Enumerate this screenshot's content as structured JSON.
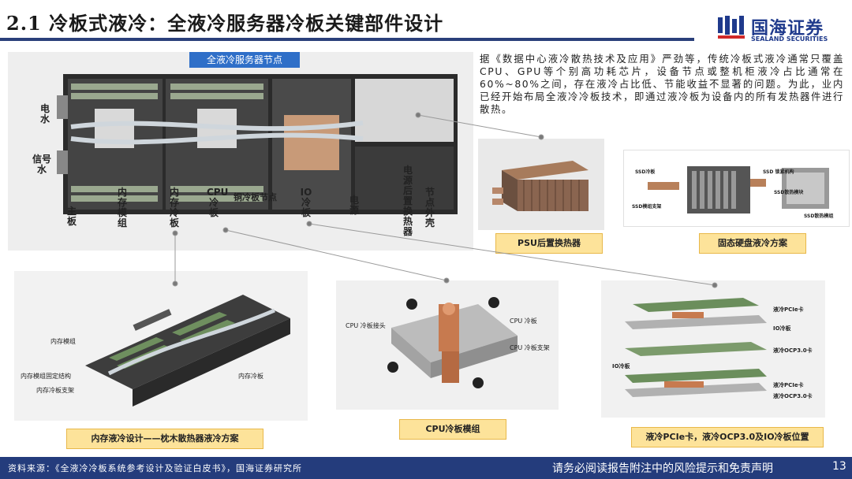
{
  "header": {
    "title": "2.1 冷板式液冷：全液冷服务器冷板关键部件设计",
    "logo_cn": "国海证券",
    "logo_en": "SEALAND SECURITIES"
  },
  "main_image": {
    "label": "全液冷服务器节点",
    "left_labels": [
      {
        "text": "电\n水"
      },
      {
        "text": "信号\n水"
      }
    ],
    "callouts": [
      {
        "text": "主\n板"
      },
      {
        "text": "内\n存\n模\n组"
      },
      {
        "text": "内\n存\n冷\n板"
      },
      {
        "text": "CPU\n冷\n板"
      },
      {
        "text": "铜冷板节点"
      },
      {
        "text": "IO\n冷\n板"
      },
      {
        "text": "电\n源"
      },
      {
        "text": "电\n源\n后\n置\n换\n热\n器"
      },
      {
        "text": "节\n点\n外\n壳"
      }
    ]
  },
  "description": "据《数据中心液冷散热技术及应用》严劲等，传统冷板式液冷通常只覆盖CPU、GPU等个别高功耗芯片，设备节点或整机柜液冷占比通常在60%~80%之间，存在液冷占比低、节能收益不显著的问题。为此，业内已经开始布局全液冷冷板技术，即通过液冷板为设备内的所有发热器件进行散热。",
  "psu": {
    "caption": "PSU后置换热器"
  },
  "ssd": {
    "caption": "固态硬盘液冷方案",
    "labels": [
      "SSD冷板",
      "SSD 锁紧机构",
      "SSD散热模块",
      "SSD模组支架",
      "SSD散热模组"
    ]
  },
  "memory": {
    "caption": "内存液冷设计——枕木散热器液冷方案",
    "labels": [
      "内存模组",
      "内存模组固定结构",
      "内存冷板支架",
      "内存冷板"
    ]
  },
  "cpu": {
    "caption": "CPU冷板模组",
    "labels": [
      "CPU 冷板接头",
      "CPU 冷板",
      "CPU 冷板支架"
    ]
  },
  "io": {
    "caption": "液冷PCIe卡，液冷OCP3.0及IO冷板位置",
    "labels": [
      "液冷PCIe卡",
      "IO冷板",
      "液冷OCP3.0卡",
      "IO冷板",
      "液冷PCIe卡",
      "液冷OCP3.0卡"
    ]
  },
  "footer": {
    "source": "资料来源：《全液冷冷板系统参考设计及验证白皮书》，国海证券研究所",
    "disclaimer": "请务必阅读报告附注中的风险提示和免责声明",
    "page": "13"
  },
  "colors": {
    "title_bar": "#2a3f7a",
    "footer_bg": "#243c7c",
    "label_blue": "#2f6fc8",
    "caption_yellow": "#fde39a"
  }
}
